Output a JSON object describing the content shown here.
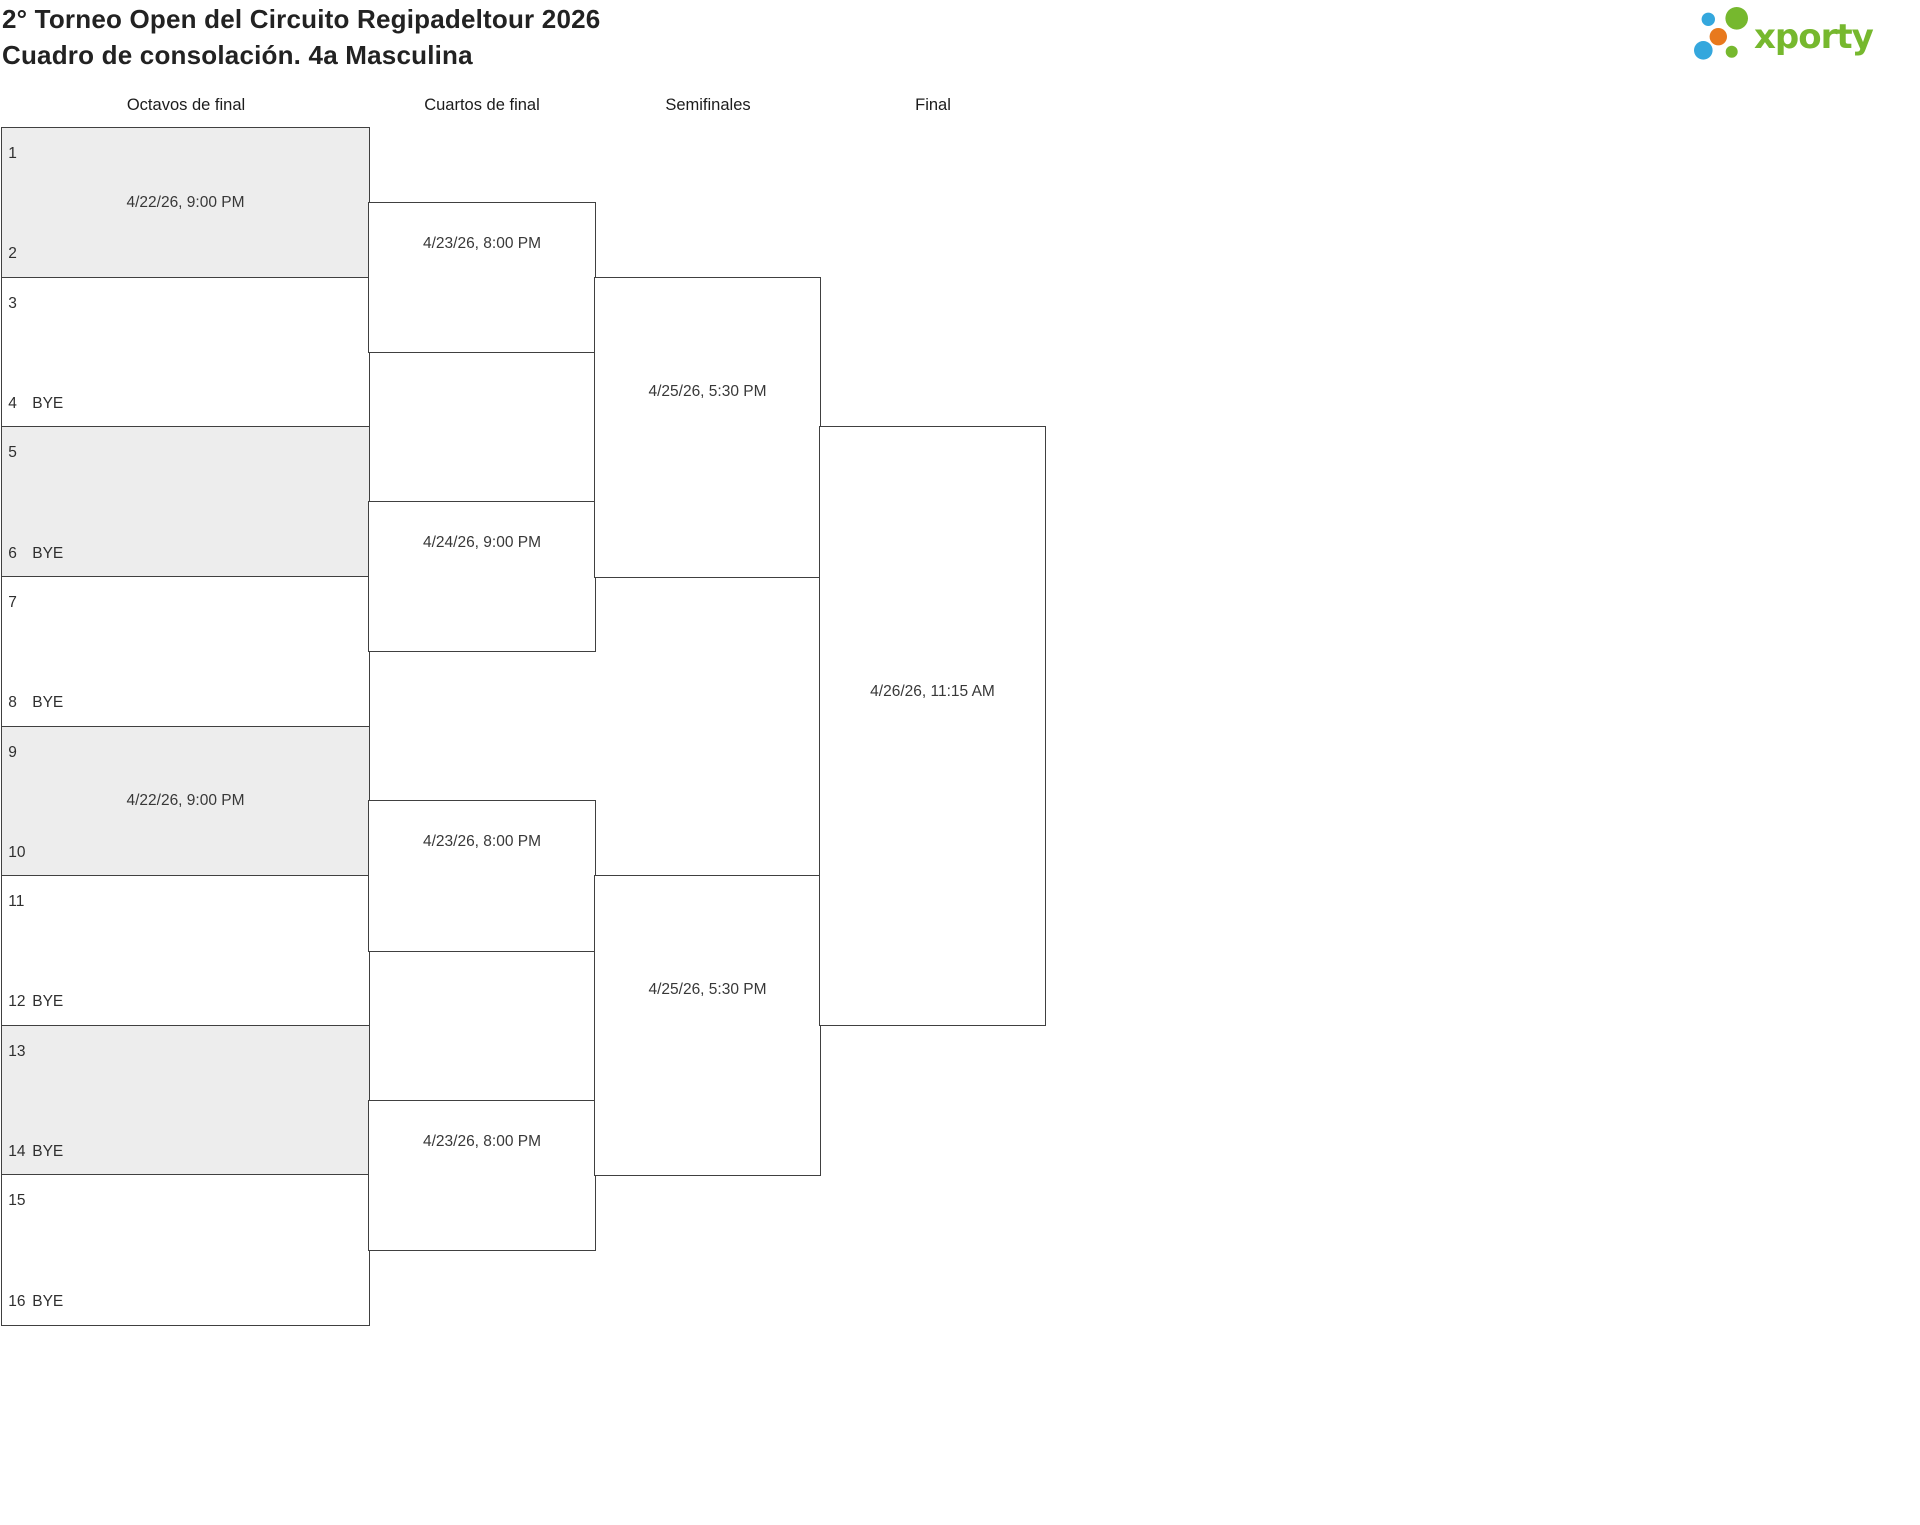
{
  "header": {
    "title_line1": "2° Torneo Open del Circuito Regipadeltour 2026",
    "title_line2": "Cuadro de consolación. 4a Masculina",
    "logo_text": "xporty"
  },
  "bye_label": "BYE",
  "colors": {
    "logo_green": "#76b82e",
    "logo_blue": "#34a7dd",
    "logo_orange": "#e8791d",
    "box_border": "#404040",
    "box_shaded_fill": "#ededed",
    "text": "#2f2f2f"
  },
  "bracket": {
    "rounds": [
      {
        "name": "Octavos de final",
        "matches": [
          {
            "shaded": true,
            "date": "4/22/26, 9:00 PM",
            "slots": [
              {
                "seed": "1",
                "bye": false
              },
              {
                "seed": "2",
                "bye": false
              }
            ]
          },
          {
            "shaded": false,
            "date": null,
            "slots": [
              {
                "seed": "3",
                "bye": false
              },
              {
                "seed": "4",
                "bye": true
              }
            ]
          },
          {
            "shaded": true,
            "date": null,
            "slots": [
              {
                "seed": "5",
                "bye": false
              },
              {
                "seed": "6",
                "bye": true
              }
            ]
          },
          {
            "shaded": false,
            "date": null,
            "slots": [
              {
                "seed": "7",
                "bye": false
              },
              {
                "seed": "8",
                "bye": true
              }
            ]
          },
          {
            "shaded": true,
            "date": "4/22/26, 9:00 PM",
            "slots": [
              {
                "seed": "9",
                "bye": false
              },
              {
                "seed": "10",
                "bye": false
              }
            ]
          },
          {
            "shaded": false,
            "date": null,
            "slots": [
              {
                "seed": "11",
                "bye": false
              },
              {
                "seed": "12",
                "bye": true
              }
            ]
          },
          {
            "shaded": true,
            "date": null,
            "slots": [
              {
                "seed": "13",
                "bye": false
              },
              {
                "seed": "14",
                "bye": true
              }
            ]
          },
          {
            "shaded": false,
            "date": null,
            "slots": [
              {
                "seed": "15",
                "bye": false
              },
              {
                "seed": "16",
                "bye": true
              }
            ]
          }
        ]
      },
      {
        "name": "Cuartos de final",
        "matches": [
          {
            "shaded": false,
            "date": "4/23/26, 8:00 PM"
          },
          {
            "shaded": false,
            "date": "4/24/26, 9:00 PM"
          },
          {
            "shaded": false,
            "date": "4/23/26, 8:00 PM"
          },
          {
            "shaded": false,
            "date": "4/23/26, 8:00 PM"
          }
        ]
      },
      {
        "name": "Semifinales",
        "matches": [
          {
            "shaded": false,
            "date": "4/25/26, 5:30 PM"
          },
          {
            "shaded": false,
            "date": "4/25/26, 5:30 PM"
          }
        ]
      },
      {
        "name": "Final",
        "matches": [
          {
            "shaded": false,
            "date": "4/26/26, 11:15 AM"
          }
        ]
      }
    ]
  }
}
